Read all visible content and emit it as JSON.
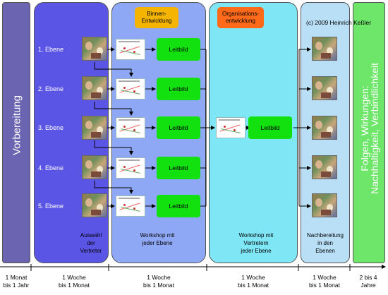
{
  "copyright": "(c) 2009 Heinrich Keßler",
  "phases": {
    "vorbereitung": {
      "title": "Vorbereitung"
    },
    "auswahl": {
      "caption_lines": [
        "Auswahl",
        "der",
        "Vertreter"
      ]
    },
    "binnen": {
      "tag_lines": [
        "Binnen-",
        "Entwicklung"
      ],
      "caption_lines": [
        "Workshop mit",
        "jeder Ebene"
      ]
    },
    "organisation": {
      "tag_lines": [
        "Organisations-",
        "entwicklung"
      ],
      "caption_lines": [
        "Workshop mit",
        "Vertretern",
        "jeder Ebene"
      ]
    },
    "nachbereitung": {
      "caption_lines": [
        "Nachbereitung",
        "in den",
        "Ebenen"
      ]
    },
    "folgen": {
      "line1": "Folgen, Wirkungen:",
      "line2": "Nachhaltigkeit, Verbindlichkeit"
    }
  },
  "levels": [
    "1. Ebene",
    "2. Ebene",
    "3. Ebene",
    "4. Ebene",
    "5. Ebene"
  ],
  "leitbild_label": "Leitbild",
  "timeline": [
    {
      "line1": "1 Monat",
      "line2": "bis 1 Jahr"
    },
    {
      "line1": "1 Woche",
      "line2": "bis 1 Monat"
    },
    {
      "line1": "1 Woche",
      "line2": "bis 1 Monat"
    },
    {
      "line1": "1 Woche",
      "line2": "bis 1 Monat"
    },
    {
      "line1": "1 Woche",
      "line2": "bis 1 Monat"
    },
    {
      "line1": "2 bis 4",
      "line2": "Jahre"
    }
  ],
  "colors": {
    "vorbereitung": "#6b64b0",
    "auswahl": "#5b55e6",
    "binnen": "#8fa8f5",
    "organisation": "#7fe6f6",
    "nachbereitung": "#b9dff7",
    "folgen": "#6ee66a",
    "leitbild": "#13e00f",
    "binnen_tag": "#f5b400",
    "org_tag": "#ff6a1a"
  }
}
